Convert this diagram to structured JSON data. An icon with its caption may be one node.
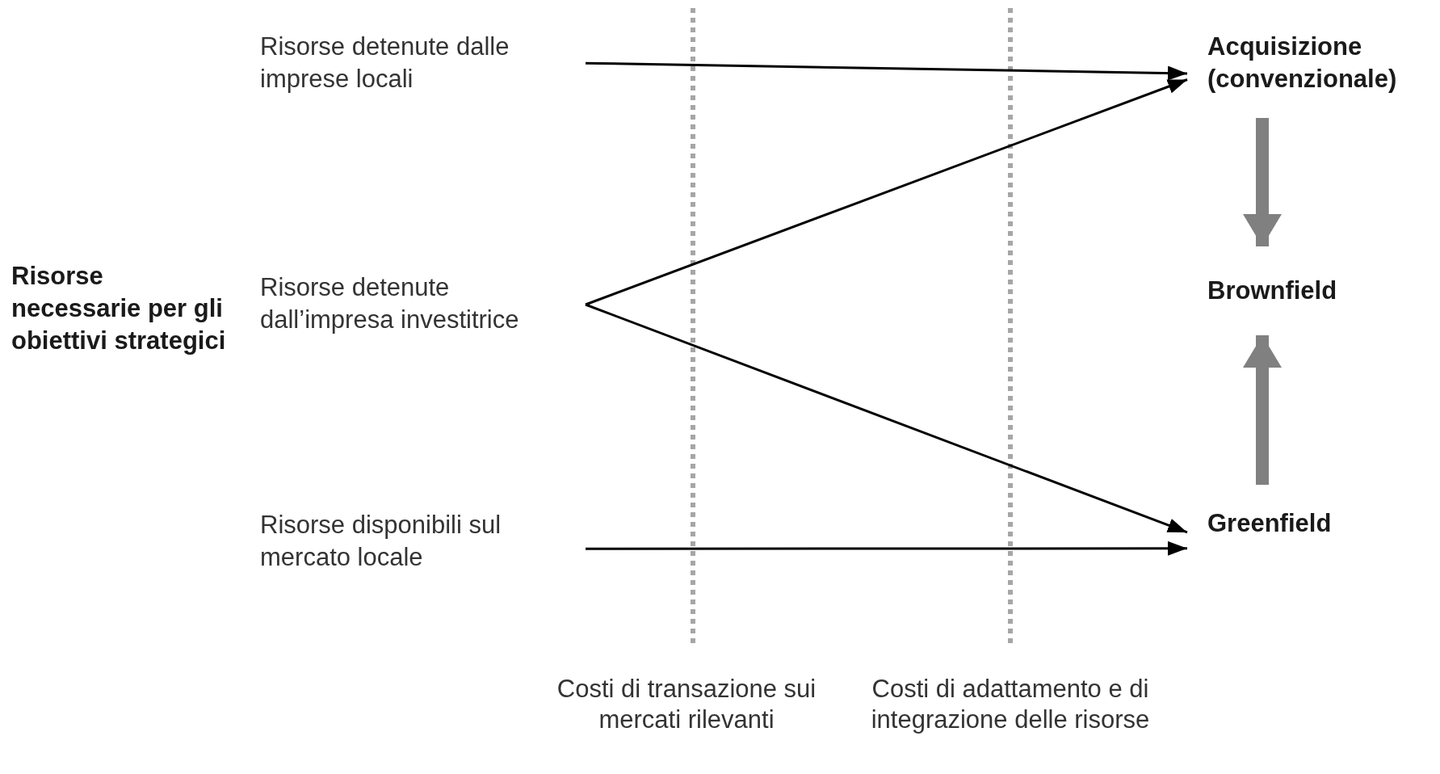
{
  "diagram": {
    "nodes": [
      {
        "text": [
          "Risorse necessarie per gli obiettivi strategici"
        ]
      },
      {
        "text": [
          "Risorse detenute dalle imprese locali"
        ]
      },
      {
        "text": [
          "Risorse detenute dall’impresa investitrice"
        ]
      },
      {
        "text": [
          "Risorse disponibili sul mercato locale"
        ]
      },
      {
        "text": [
          "Acquisizione (convenzionale)"
        ]
      },
      {
        "text": [
          "Brownfield"
        ]
      },
      {
        "text": [
          "Greenfield"
        ]
      }
    ],
    "edges": [
      {
        "from": 1,
        "to": 4,
        "arrow": "to"
      },
      {
        "from": 2,
        "to": 4,
        "arrow": "to"
      },
      {
        "from": 2,
        "to": 6,
        "arrow": "to"
      },
      {
        "from": 3,
        "to": 6,
        "arrow": "to"
      },
      {
        "from": 4,
        "to": 5,
        "arrow": "to",
        "style": "thick",
        "color": "#808080"
      },
      {
        "from": 6,
        "to": 5,
        "arrow": "to",
        "style": "thick",
        "color": "#808080"
      }
    ],
    "labels": [
      "Costi di transazione sui mercati rilevanti",
      "Costi di adattamento e di integrazione delle risorse"
    ]
  }
}
